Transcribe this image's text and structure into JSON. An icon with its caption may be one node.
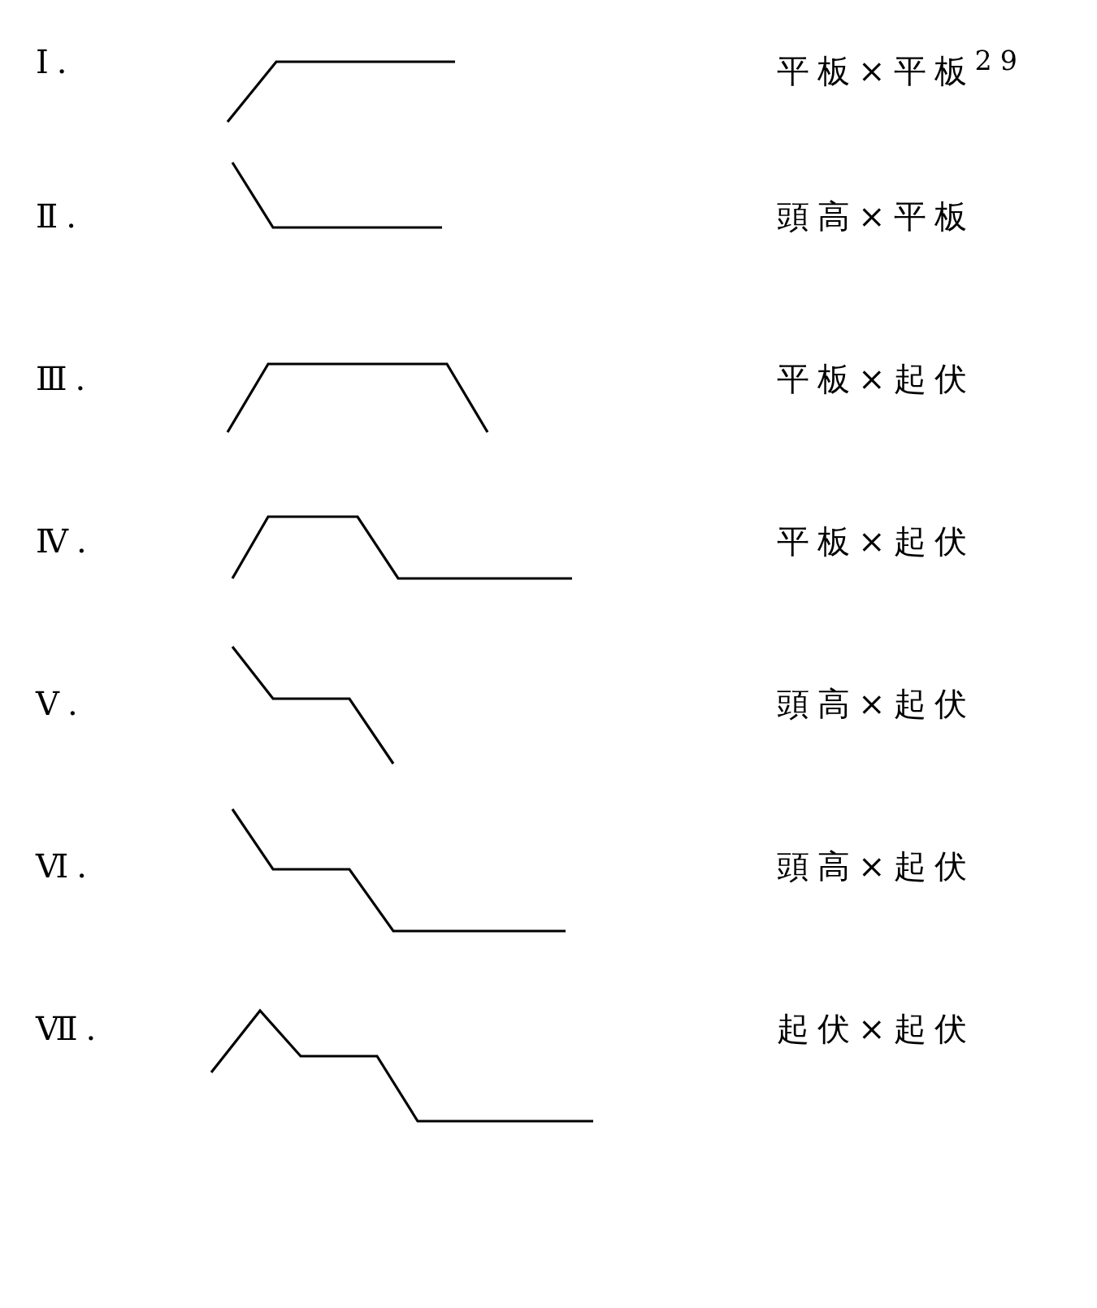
{
  "diagram": {
    "labels": [
      "Ⅰ.",
      "平板×平板$^{29}$",
      "Ⅱ.",
      "頭高×平板",
      "Ⅲ.",
      "平板×起伏",
      "Ⅳ.",
      "平板×起伏",
      "Ⅴ.",
      "頭高×起伏",
      "Ⅵ.",
      "頭高×起伏",
      "Ⅶ.",
      "起伏×起伏"
    ]
  }
}
